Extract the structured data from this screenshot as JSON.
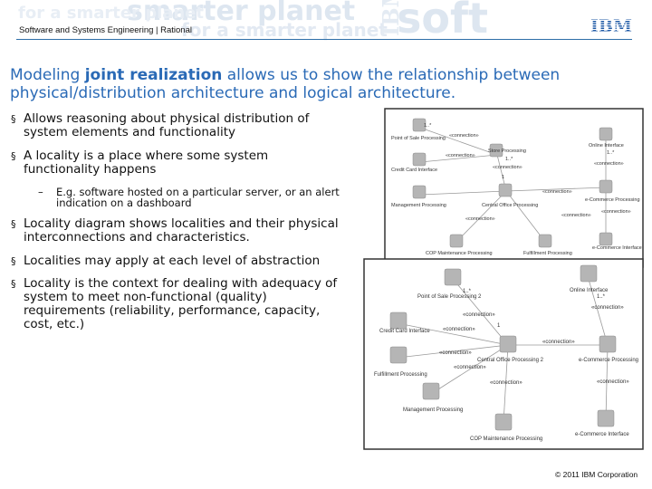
{
  "header": {
    "breadcrumb": "Software and Systems Engineering | Rational",
    "banner_words": [
      "smarter planet",
      "for a smarter planet",
      "soft",
      "IBM",
      "for a smarter planet"
    ],
    "logo_text": "IBM"
  },
  "slide": {
    "title_pre": "Modeling ",
    "title_bold": "joint realization",
    "title_post": " allows us to show the relationship between physical/distribution architecture and logical architecture."
  },
  "bullets": {
    "b1_line1": "Allows reasoning about physical distribution of",
    "b1_line2": "system elements and functionality",
    "b2_line1": "A locality is a place where some system",
    "b2_line2": "functionality happens",
    "sub_line1": "E.g. software hosted on a particular server, or an alert",
    "sub_line2": "indication on a dashboard",
    "b3_line1": "Locality diagram shows localities and their physical",
    "b3_line2": "interconnections and characteristics.",
    "b4_line1": "Localities may apply at each level of abstraction",
    "b5_line1": "Locality is the context for dealing with adequacy of",
    "b5_line2": "system to meet non-functional (quality)",
    "b5_line3": "requirements (reliability, performance, capacity,",
    "b5_line4": "cost, etc.)",
    "bullet_mark": "§",
    "dash_mark": "–"
  },
  "diagram1": {
    "nodes": [
      "Point of Sale Processing",
      "Store Processing",
      "Credit Card Interface",
      "Management Processing",
      "Central Office Processing",
      "Online Interface",
      "e-Commerce Processing",
      "e-Commerce Interface",
      "COP Maintenance Processing",
      "Fulfillment Processing"
    ],
    "connection_label": "«connection»",
    "multiplicity": "1..*",
    "one": "1"
  },
  "diagram2": {
    "nodes": [
      "Point of Sale Processing 2",
      "Online Interface",
      "Credit Card Interface",
      "Fulfillment Processing",
      "Central Office Processing 2",
      "e-Commerce Processing",
      "Management Processing",
      "COP Maintenance Processing",
      "e-Commerce Interface"
    ],
    "connection_label": "«connection»",
    "multiplicity": "1..*",
    "one": "1"
  },
  "footer": {
    "copyright": "© 2011 IBM Corporation"
  },
  "colors": {
    "title": "#2a6ab6",
    "rule": "#2d6ea8",
    "banner_text": "#dde6f0"
  }
}
